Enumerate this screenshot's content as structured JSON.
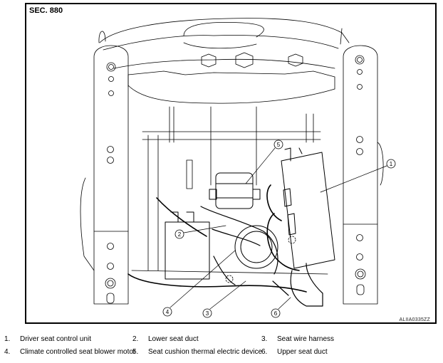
{
  "figure": {
    "section_label": "SEC. 880",
    "figure_id": "ALIIA0335ZZ"
  },
  "callouts": [
    {
      "number": "1",
      "part": "Driver seat control unit"
    },
    {
      "number": "2",
      "part": "Lower seat duct"
    },
    {
      "number": "3",
      "part": "Seat wire harness"
    },
    {
      "number": "4",
      "part": "Climate controlled seat blower motor"
    },
    {
      "number": "5",
      "part": "Seat cushion thermal electric device"
    },
    {
      "number": "6",
      "part": "Upper seat duct"
    }
  ],
  "legend": [
    {
      "num": "1.",
      "text": "Driver seat control unit"
    },
    {
      "num": "2.",
      "text": "Lower seat duct"
    },
    {
      "num": "3.",
      "text": "Seat wire harness"
    },
    {
      "num": "4.",
      "text": "Climate controlled seat blower motor"
    },
    {
      "num": "5.",
      "text": "Seat cushion thermal electric device"
    },
    {
      "num": "6.",
      "text": "Upper seat duct"
    }
  ]
}
